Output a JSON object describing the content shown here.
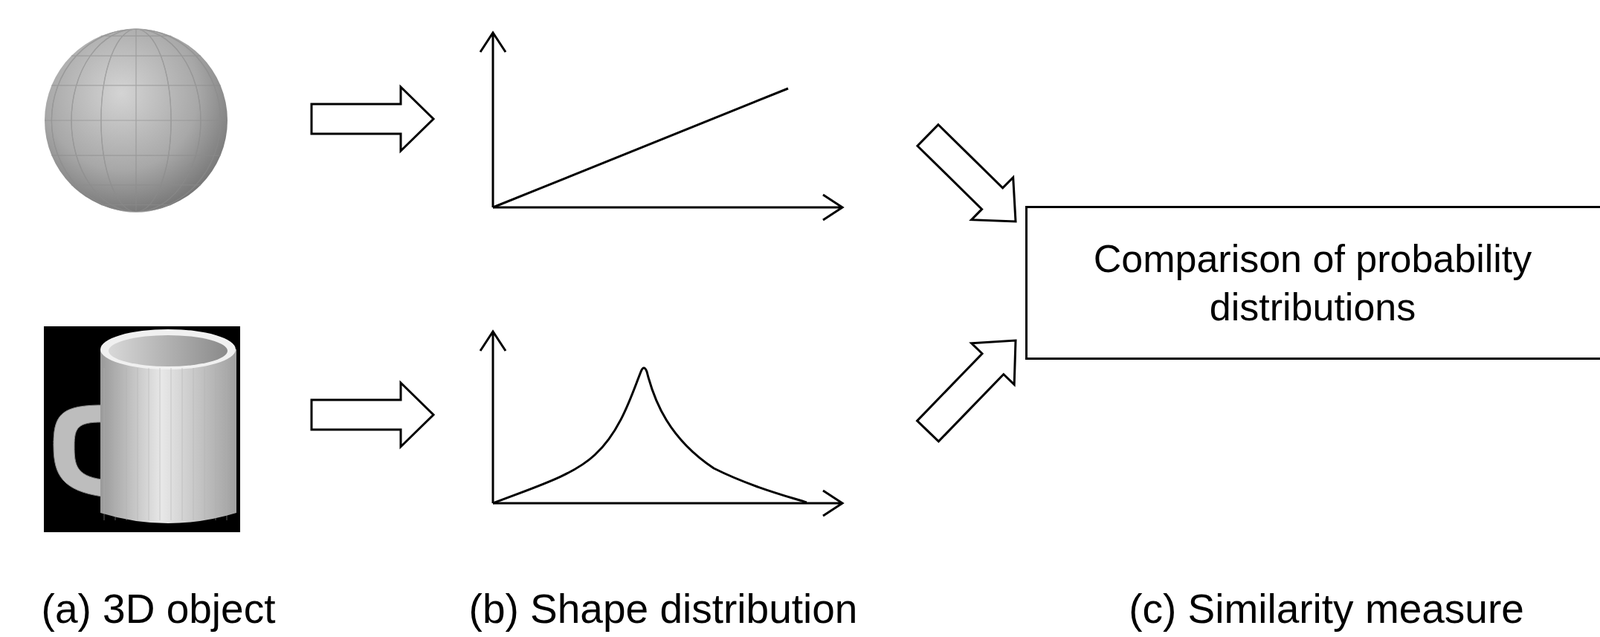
{
  "diagram": {
    "nodes": [
      {
        "text": [
          "Comparison of probability distributions"
        ]
      }
    ],
    "labels": [
      "(a) 3D object",
      "(b) Shape distribution",
      "(c) Similarity measure"
    ]
  }
}
